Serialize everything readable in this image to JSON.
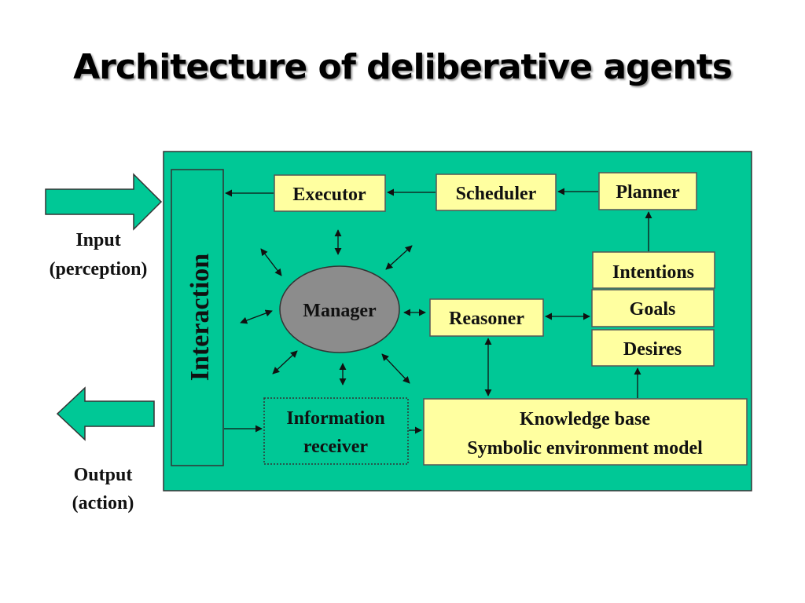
{
  "slide": {
    "title": "Architecture of deliberative agents"
  },
  "diagram": {
    "input_label": [
      "Input",
      "(perception)"
    ],
    "output_label": [
      "Output",
      "(action)"
    ],
    "interaction": "Interaction",
    "executor": "Executor",
    "scheduler": "Scheduler",
    "planner": "Planner",
    "manager": "Manager",
    "reasoner": "Reasoner",
    "intentions": "Intentions",
    "goals": "Goals",
    "desires": "Desires",
    "information_receiver": [
      "Information",
      "receiver"
    ],
    "knowledge_base": [
      "Knowledge base",
      "Symbolic environment model"
    ]
  },
  "colors": {
    "panel": "#00c896",
    "box": "#ffffa0",
    "manager": "#8c8c8c"
  }
}
